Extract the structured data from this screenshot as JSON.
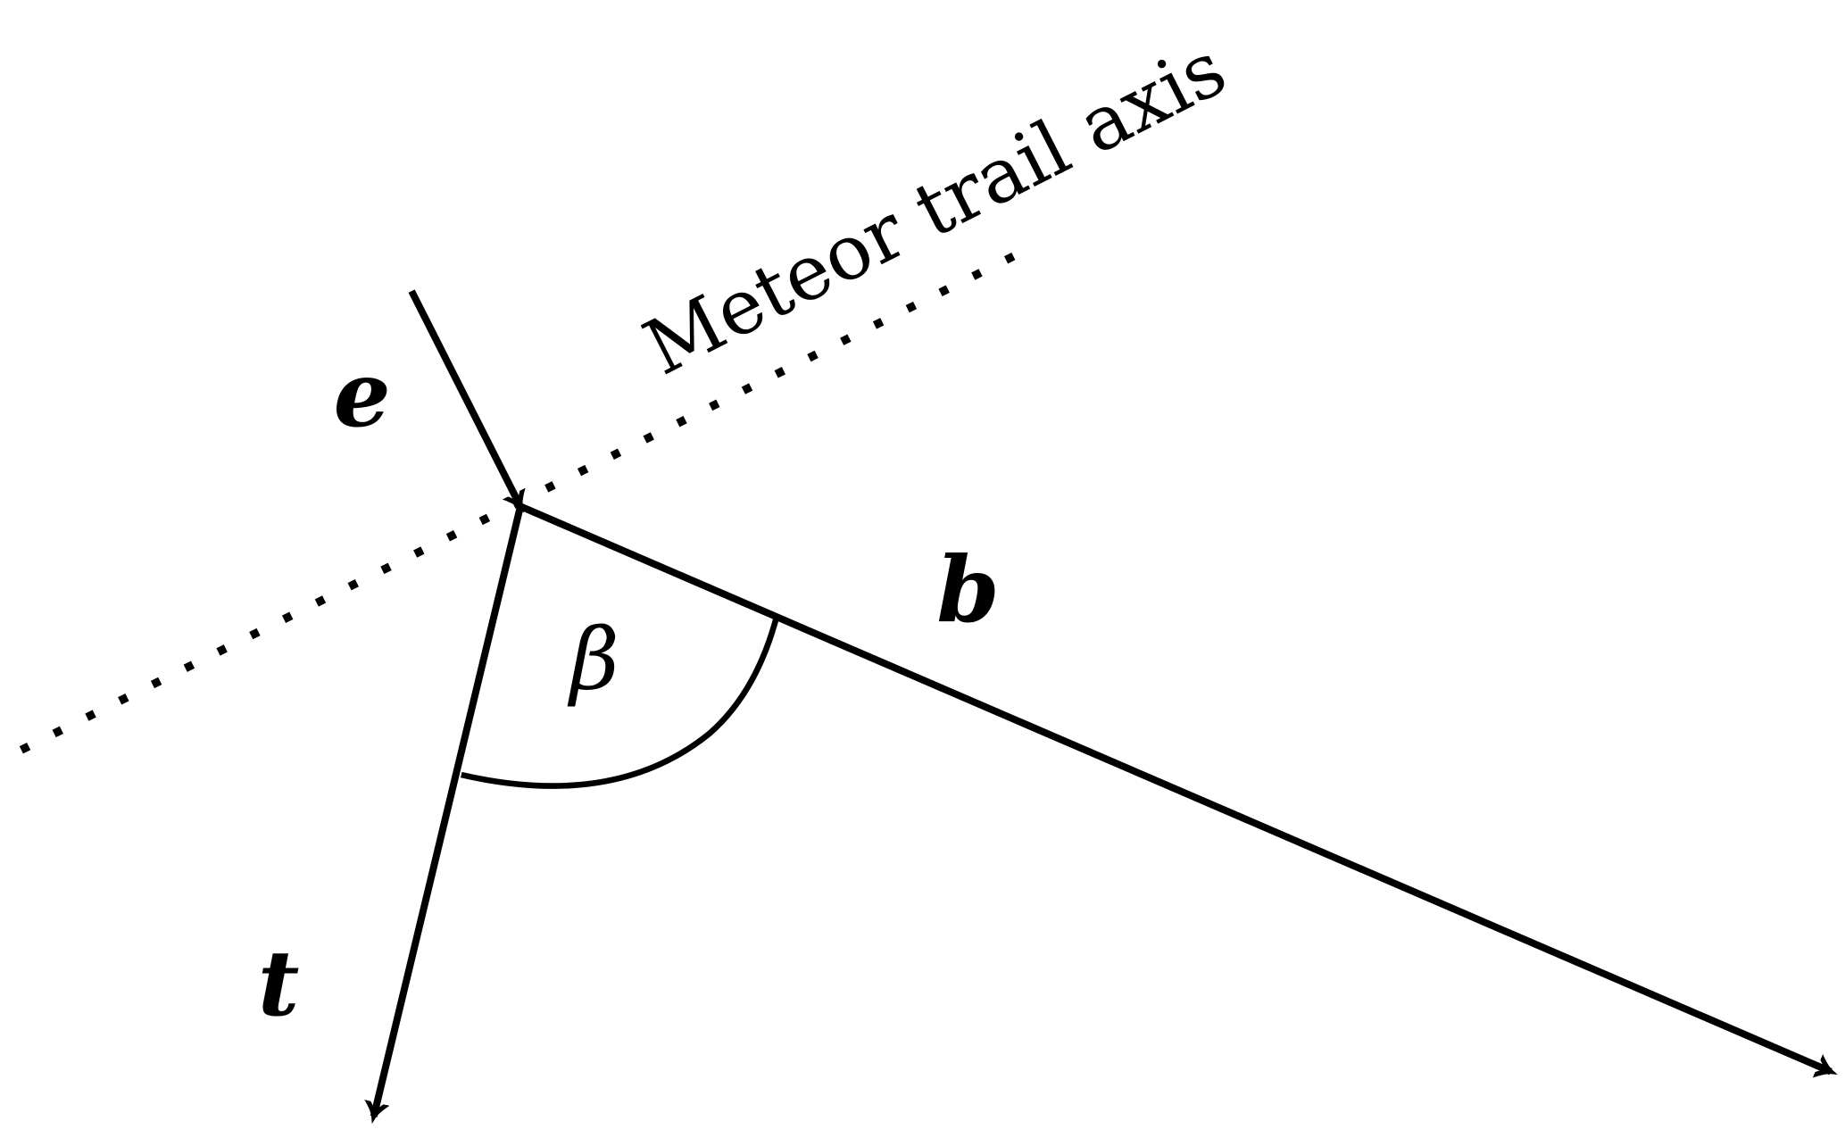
{
  "diagram": {
    "axis_label": "Meteor trail axis",
    "vectors": {
      "e": "e",
      "t": "t",
      "b": "b"
    },
    "angle_label": "β",
    "stroke_color": "#000000",
    "background": "#ffffff"
  }
}
